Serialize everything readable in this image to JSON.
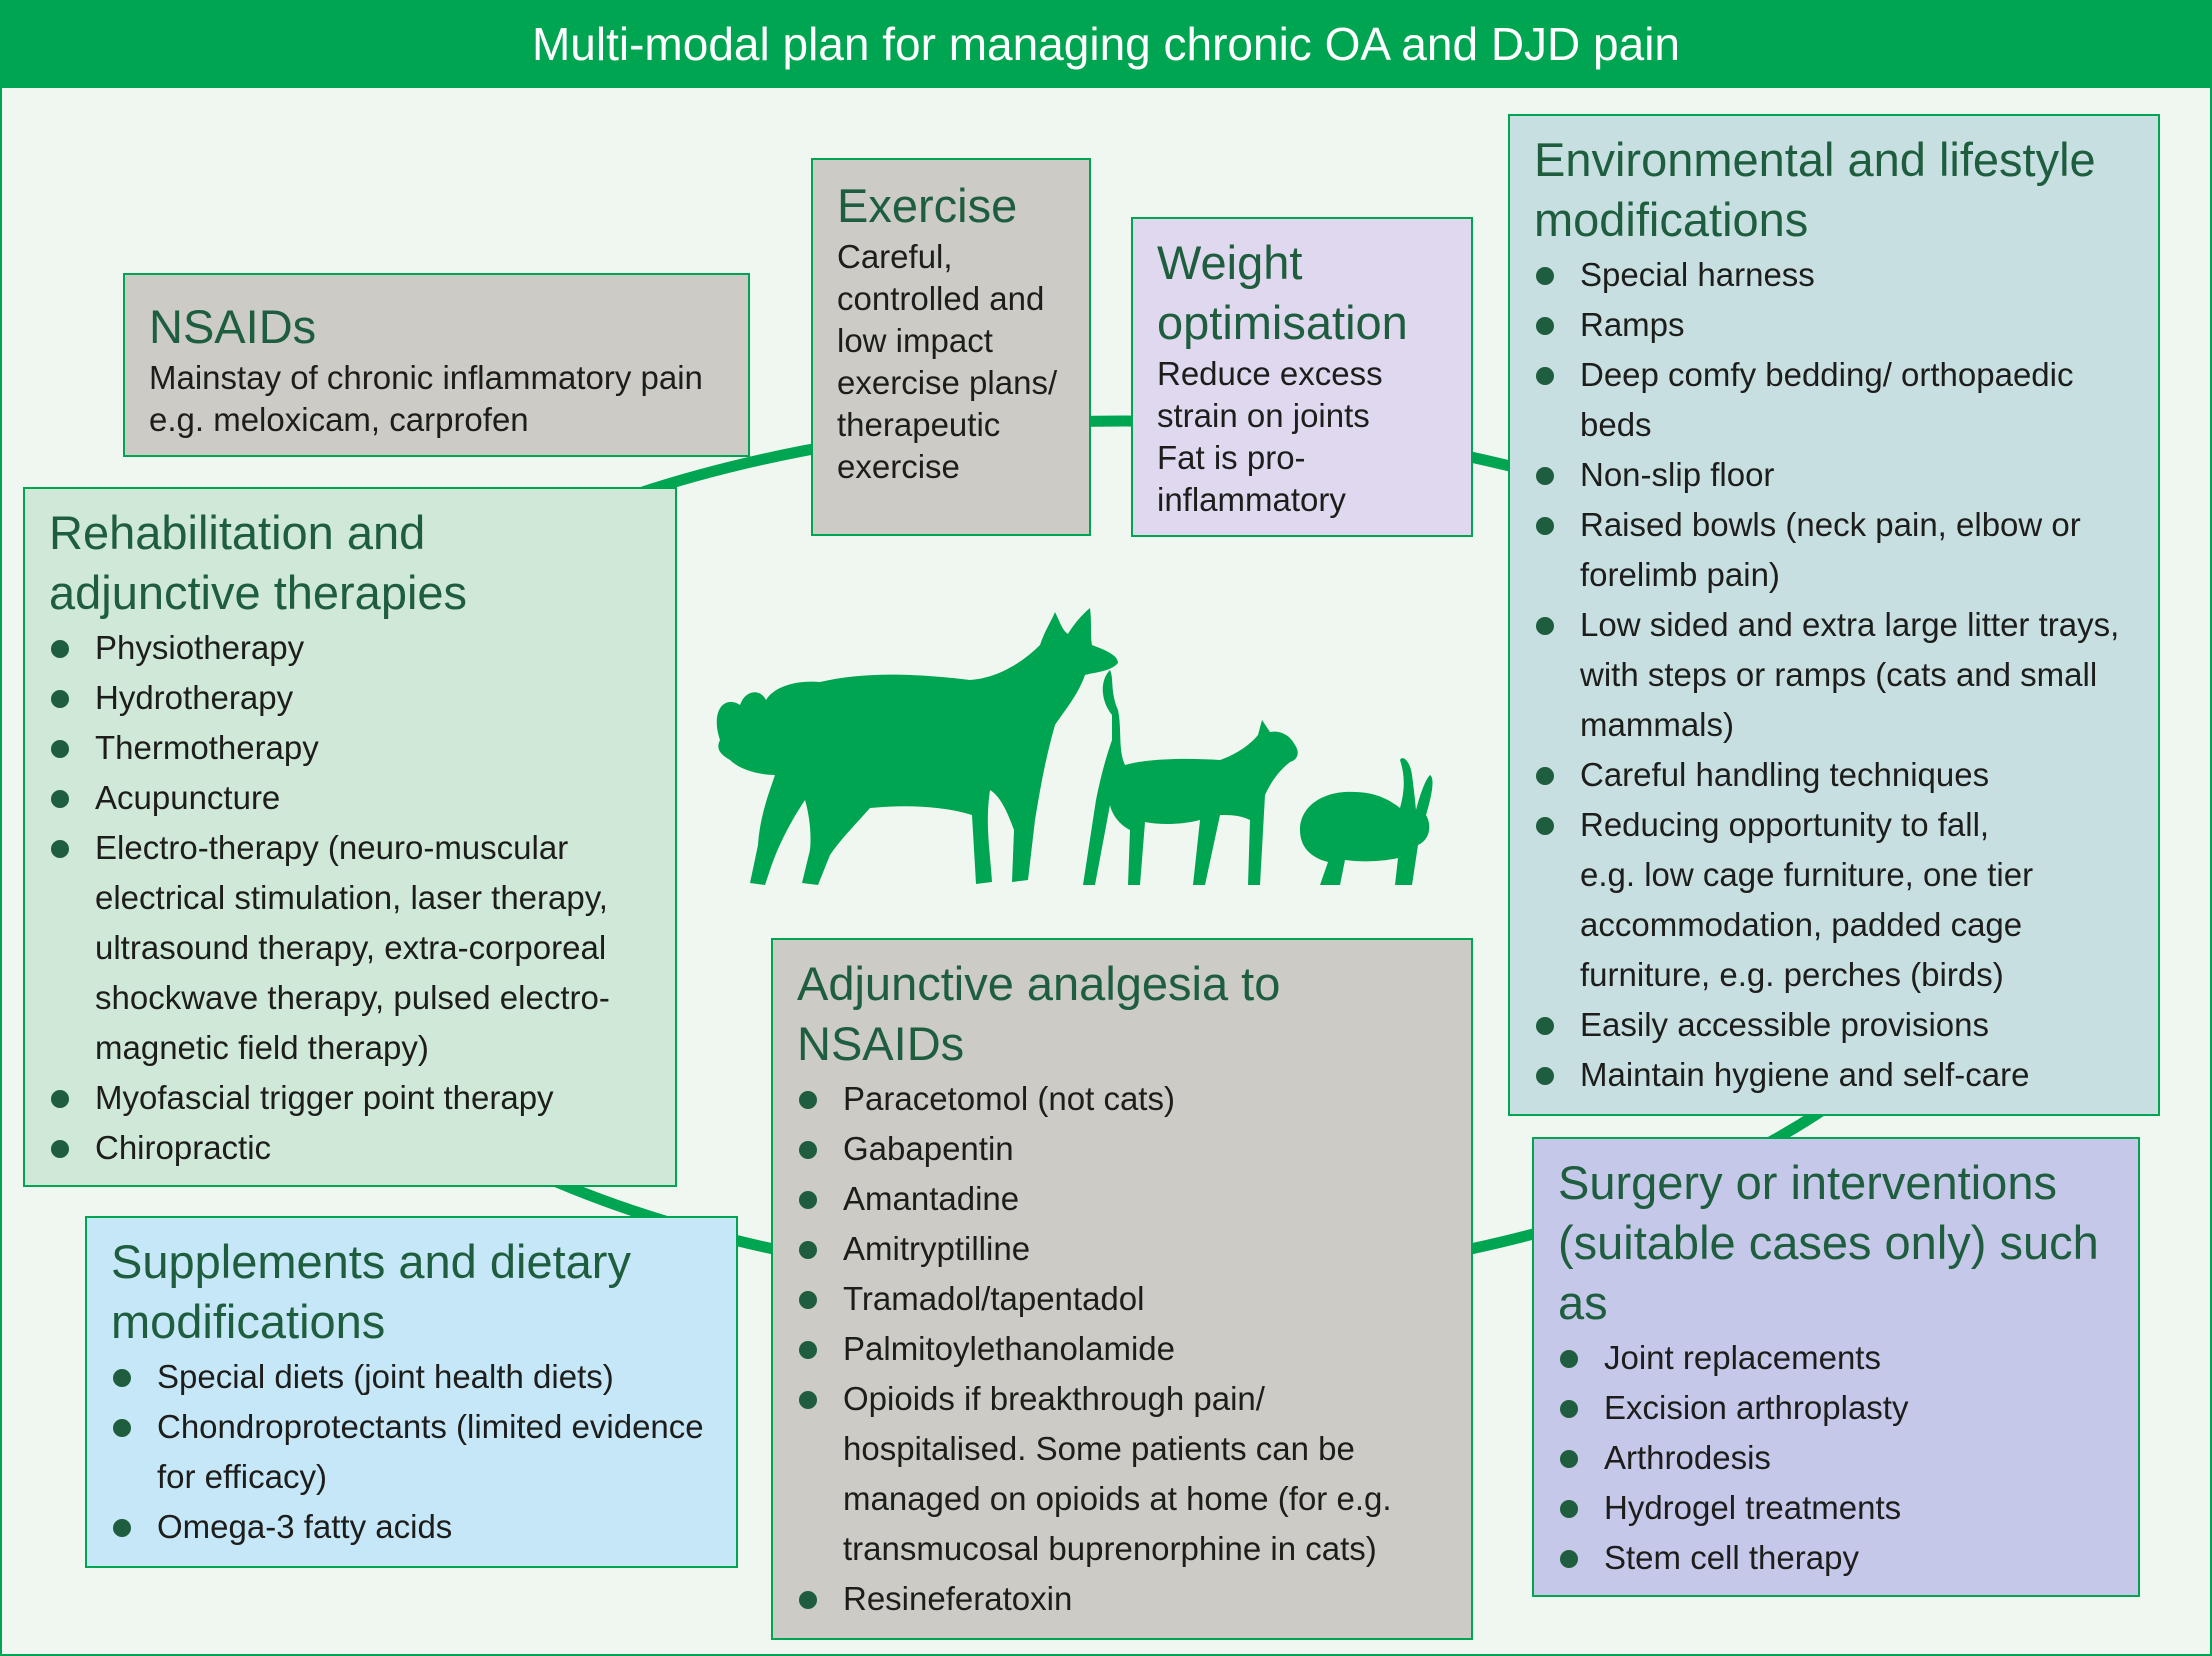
{
  "title": "Multi-modal plan for managing chronic OA and DJD pain",
  "colors": {
    "brand_green": "#00a551",
    "heading_green": "#1e5e3e",
    "grey_box": "#cccbc5",
    "lilac_box": "#dfd8ef",
    "teal_box": "#c7dfe1",
    "mint_box": "#cfe8d8",
    "sky_box": "#c5e7f7",
    "periwinkle_box": "#c6c8ea"
  },
  "illustration": {
    "icons": [
      "dog-icon",
      "cat-icon",
      "rabbit-icon"
    ]
  },
  "nsaids": {
    "title": "NSAIDs",
    "lines": [
      "Mainstay of chronic inflammatory pain",
      "e.g. meloxicam, carprofen"
    ]
  },
  "exercise": {
    "title": "Exercise",
    "lines": [
      "Careful,",
      "controlled and",
      "low impact",
      "exercise plans/",
      "therapeutic",
      "exercise"
    ]
  },
  "weight": {
    "title_lines": [
      "Weight",
      "optimisation"
    ],
    "lines": [
      "Reduce excess",
      "strain on joints",
      "Fat is pro-",
      "inflammatory"
    ]
  },
  "environment": {
    "title_lines": [
      "Environmental and lifestyle",
      "modifications"
    ],
    "items": [
      [
        "Special harness"
      ],
      [
        "Ramps"
      ],
      [
        "Deep comfy bedding/ orthopaedic",
        "beds"
      ],
      [
        "Non-slip floor"
      ],
      [
        "Raised bowls (neck pain, elbow or",
        "forelimb pain)"
      ],
      [
        "Low sided and extra large litter trays,",
        "with steps or ramps (cats and small",
        "mammals)"
      ],
      [
        "Careful handling techniques"
      ],
      [
        "Reducing opportunity to fall,",
        "e.g. low cage furniture, one tier",
        "accommodation, padded cage",
        "furniture, e.g. perches (birds)"
      ],
      [
        "Easily accessible provisions"
      ],
      [
        "Maintain hygiene and self-care"
      ]
    ]
  },
  "rehab": {
    "title_lines": [
      "Rehabilitation and",
      "adjunctive therapies"
    ],
    "items": [
      [
        "Physiotherapy"
      ],
      [
        "Hydrotherapy"
      ],
      [
        "Thermotherapy"
      ],
      [
        "Acupuncture"
      ],
      [
        "Electro-therapy (neuro-muscular",
        "electrical stimulation, laser therapy,",
        "ultrasound therapy, extra-corporeal",
        "shockwave therapy, pulsed electro-",
        "magnetic field therapy)"
      ],
      [
        "Myofascial trigger point therapy"
      ],
      [
        "Chiropractic"
      ]
    ]
  },
  "supplements": {
    "title_lines": [
      "Supplements and dietary",
      "modifications"
    ],
    "items": [
      [
        "Special diets (joint health diets)"
      ],
      [
        "Chondroprotectants (limited evidence",
        "for efficacy)"
      ],
      [
        "Omega-3 fatty acids"
      ]
    ]
  },
  "adjunctive": {
    "title_lines": [
      "Adjunctive analgesia to",
      "NSAIDs"
    ],
    "items": [
      [
        "Paracetomol (not cats)"
      ],
      [
        "Gabapentin"
      ],
      [
        "Amantadine"
      ],
      [
        "Amitryptilline"
      ],
      [
        "Tramadol/tapentadol"
      ],
      [
        "Palmitoylethanolamide"
      ],
      [
        "Opioids if breakthrough pain/",
        "hospitalised. Some patients can be",
        "managed on opioids at home (for e.g.",
        "transmucosal buprenorphine in cats)"
      ],
      [
        "Resineferatoxin"
      ]
    ]
  },
  "surgery": {
    "title_lines": [
      "Surgery or interventions",
      "(suitable cases only) such",
      "as"
    ],
    "items": [
      [
        "Joint replacements"
      ],
      [
        "Excision arthroplasty"
      ],
      [
        "Arthrodesis"
      ],
      [
        "Hydrogel treatments"
      ],
      [
        "Stem cell therapy"
      ]
    ]
  }
}
